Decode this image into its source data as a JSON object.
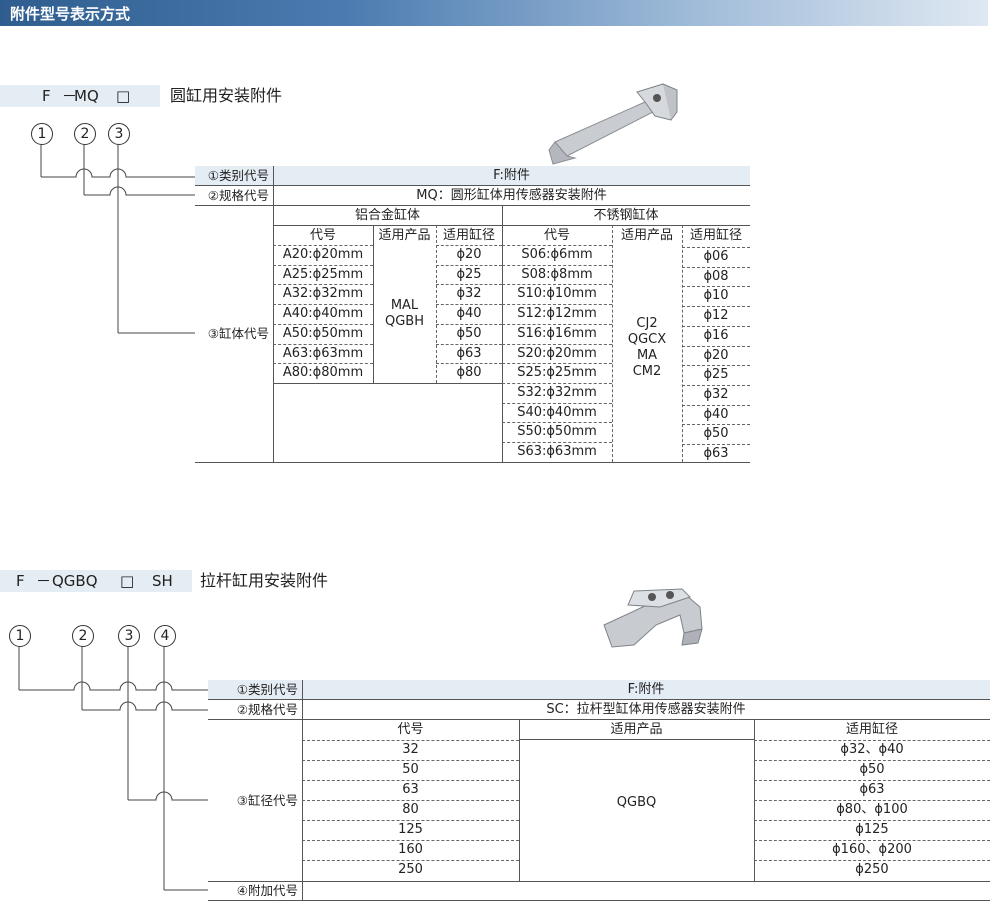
{
  "header": {
    "title": "附件型号表示方式"
  },
  "sec1": {
    "code": {
      "p1": "F",
      "dash": "－",
      "p2": "MQ",
      "p3": "□"
    },
    "desc": "圆缸用安装附件",
    "circles": [
      "1",
      "2",
      "3"
    ],
    "rows": {
      "r1_label": "①类别代号",
      "r1_value": "F:附件",
      "r2_label": "②规格代号",
      "r2_value": "MQ：圆形缸体用传感器安装附件",
      "r3_label": "③缸体代号"
    },
    "al": {
      "title": "铝合金缸体",
      "headers": [
        "代号",
        "适用产品",
        "适用缸径"
      ],
      "codes": [
        "A20:ϕ20mm",
        "A25:ϕ25mm",
        "A32:ϕ32mm",
        "A40:ϕ40mm",
        "A50:ϕ50mm",
        "A63:ϕ63mm",
        "A80:ϕ80mm"
      ],
      "products": [
        "MAL",
        "QGBH"
      ],
      "bores": [
        "ϕ20",
        "ϕ25",
        "ϕ32",
        "ϕ40",
        "ϕ50",
        "ϕ63",
        "ϕ80"
      ]
    },
    "ss": {
      "title": "不锈钢缸体",
      "headers": [
        "代号",
        "适用产品",
        "适用缸径"
      ],
      "codes": [
        "S06:ϕ6mm",
        "S08:ϕ8mm",
        "S10:ϕ10mm",
        "S12:ϕ12mm",
        "S16:ϕ16mm",
        "S20:ϕ20mm",
        "S25:ϕ25mm",
        "S32:ϕ32mm",
        "S40:ϕ40mm",
        "S50:ϕ50mm",
        "S63:ϕ63mm"
      ],
      "products": [
        "CJ2",
        "QGCX",
        "MA",
        "CM2"
      ],
      "bores": [
        "ϕ06",
        "ϕ08",
        "ϕ10",
        "ϕ12",
        "ϕ16",
        "ϕ20",
        "ϕ25",
        "ϕ32",
        "ϕ40",
        "ϕ50",
        "ϕ63"
      ]
    }
  },
  "sec2": {
    "code": {
      "p1": "F",
      "dash": "－",
      "p2": "QGBQ",
      "p3": "□",
      "p4": "SH"
    },
    "desc": "拉杆缸用安装附件",
    "circles": [
      "1",
      "2",
      "3",
      "4"
    ],
    "rows": {
      "r1_label": "①类别代号",
      "r1_value": "F:附件",
      "r2_label": "②规格代号",
      "r2_value": "SC：拉杆型缸体用传感器安装附件",
      "r3_label": "③缸径代号",
      "r4_label": "④附加代号"
    },
    "headers": [
      "代号",
      "适用产品",
      "适用缸径"
    ],
    "codes": [
      "32",
      "50",
      "63",
      "80",
      "125",
      "160",
      "250"
    ],
    "product": "QGBQ",
    "bores": [
      "ϕ32、ϕ40",
      "ϕ50",
      "ϕ63",
      "ϕ80、ϕ100",
      "ϕ125",
      "ϕ160、ϕ200",
      "ϕ250"
    ]
  },
  "colors": {
    "accent": "#2f5d8f",
    "shade": "#e4ecf4"
  },
  "icons": {
    "bracket1": "round-cylinder-bracket-image",
    "bracket2": "tie-rod-bracket-image"
  }
}
